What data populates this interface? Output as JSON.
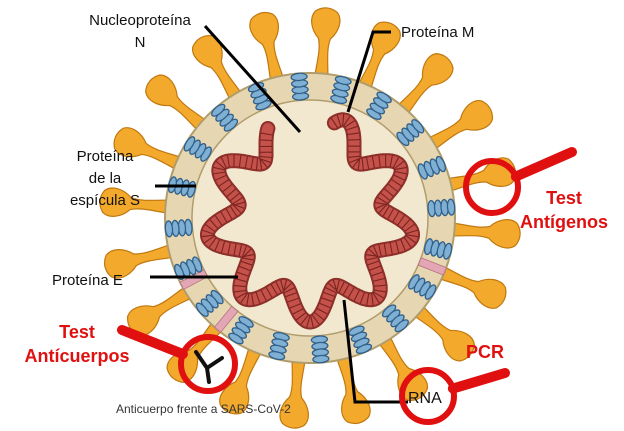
{
  "labels": {
    "nucleoprotein_line1": "Nucleoproteína",
    "nucleoprotein_line2": "N",
    "protein_m": "Proteína M",
    "spike_line1": "Proteína",
    "spike_line2": "de la",
    "spike_line3": "espícula S",
    "protein_e": "Proteína E",
    "test_antigens_line1": "Test",
    "test_antigens_line2": "Antígenos",
    "test_antibodies_line1": "Test",
    "test_antibodies_line2": "Antícuerpos",
    "pcr": "PCR",
    "rna": "RNA",
    "caption": "Anticuerpo frente a SARS-CoV-2"
  },
  "colors": {
    "spike": "#f3a92c",
    "spike_outline": "#c07810",
    "envelope": "#e6d7b2",
    "envelope_outline": "#b19c6b",
    "interior": "#f2e8d0",
    "nucleocapsid": "#c4524a",
    "membrane_protein": "#2f5f8a",
    "envelope_protein": "#e3a6b4",
    "test_red": "#e01010",
    "leader_line": "#000000"
  }
}
